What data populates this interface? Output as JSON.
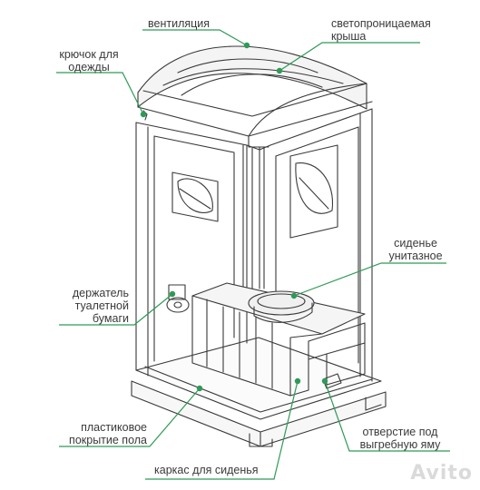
{
  "labels": {
    "ventilation": "вентиляция",
    "roof": "светопроницаемая\nкрыша",
    "hook": "крючок для\nодежды",
    "seat": "сиденье\nунитазное",
    "paper_holder": "держатель\nтуалетной\nбумаги",
    "floor": "пластиковое\nпокрытие пола",
    "hole": "отверстие под\nвыгребную яму",
    "frame": "каркас для сиденья"
  },
  "watermark": "Avito",
  "colors": {
    "leader": "#2e9a57",
    "stroke": "#3a3a3a",
    "text": "#3a3a3a"
  }
}
